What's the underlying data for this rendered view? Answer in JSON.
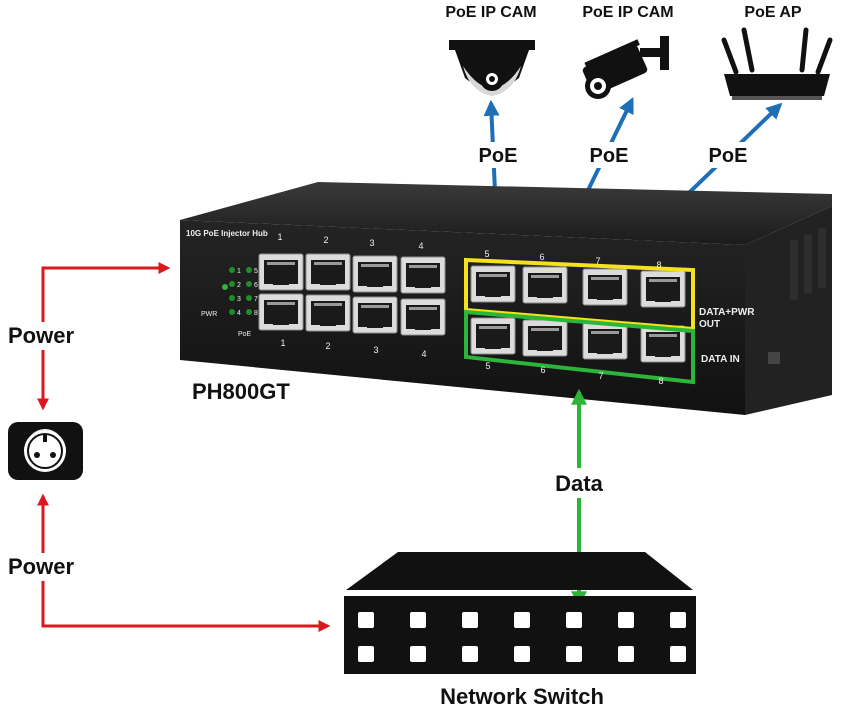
{
  "devices": {
    "cam1": "PoE IP CAM",
    "cam2": "PoE IP CAM",
    "ap": "PoE AP"
  },
  "links": {
    "poe1": "PoE",
    "poe2": "PoE",
    "poe3": "PoE",
    "power_top": "Power",
    "power_bottom": "Power",
    "data": "Data"
  },
  "injector": {
    "brand_label": "10G PoE Injector Hub",
    "model": "PH800GT",
    "pwr_label": "PWR",
    "poe_led_label": "PoE",
    "led_numbers": [
      "1",
      "2",
      "3",
      "4",
      "5",
      "6",
      "7",
      "8"
    ],
    "port_numbers_left_top": [
      "1",
      "2",
      "3",
      "4"
    ],
    "port_numbers_left_bottom": [
      "1",
      "2",
      "3",
      "4"
    ],
    "port_numbers_right_top": [
      "5",
      "6",
      "7",
      "8"
    ],
    "port_numbers_right_bottom": [
      "5",
      "6",
      "7",
      "8"
    ],
    "out_label_1": "DATA+PWR",
    "out_label_2": "OUT",
    "in_label": "DATA IN"
  },
  "switch": {
    "name": "Network Switch"
  },
  "colors": {
    "power": "#d9181f",
    "poe": "#1e6fb5",
    "data": "#2db53a",
    "out_highlight": "#f3e21c",
    "in_highlight": "#2db53a"
  }
}
